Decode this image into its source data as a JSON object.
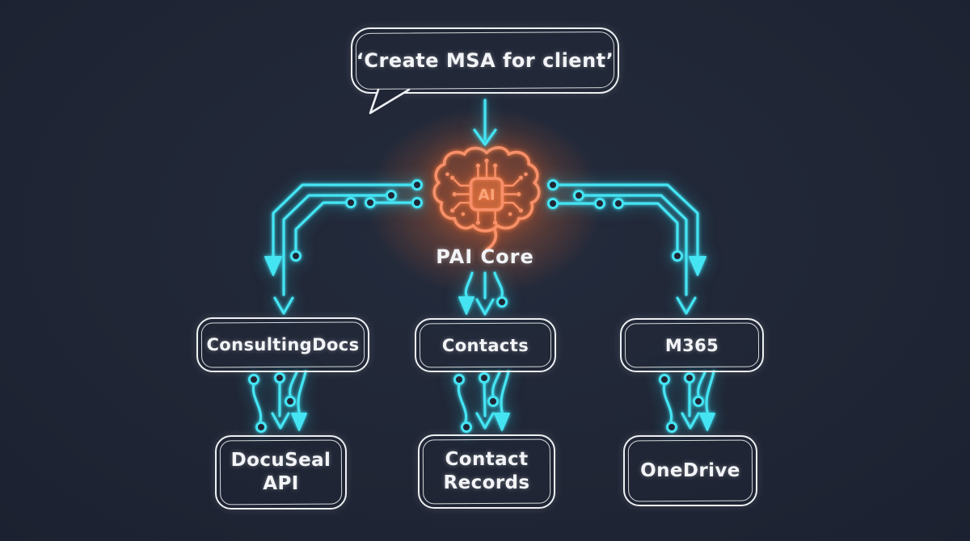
{
  "colors": {
    "background": "#202635",
    "trace_cyan": "#45e4f3",
    "brain_orange": "#f7906a",
    "box_stroke": "#eef0f3"
  },
  "speech_bubble": {
    "text": "‘Create MSA for client’"
  },
  "core": {
    "label": "PAI Core",
    "chip_label": "AI"
  },
  "apps": [
    {
      "label": "ConsultingDocs"
    },
    {
      "label": "Contacts"
    },
    {
      "label": "M365"
    }
  ],
  "targets": [
    {
      "line1": "DocuSeal",
      "line2": "API"
    },
    {
      "line1": "Contact",
      "line2": "Records"
    },
    {
      "line1": "OneDrive"
    }
  ]
}
